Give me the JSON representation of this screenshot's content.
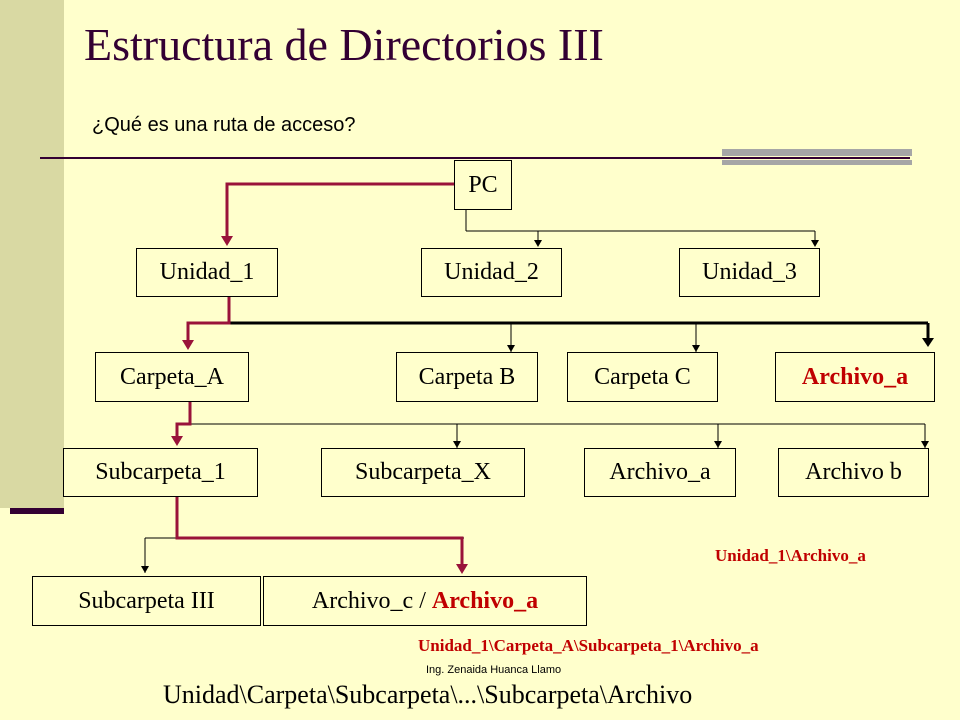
{
  "slide": {
    "title": "Estructura de Directorios III",
    "subtitle": "¿Qué es una ruta de acceso?",
    "author": "Ing. Zenaida Huanca Llamo",
    "general_path": "Unidad\\Carpeta\\Subcarpeta\\...\\Subcarpeta\\Archivo"
  },
  "tree": {
    "root": "PC",
    "level1": [
      "Unidad_1",
      "Unidad_2",
      "Unidad_3"
    ],
    "level2": [
      "Carpeta_A",
      "Carpeta B",
      "Carpeta C",
      "Archivo_a"
    ],
    "level3": [
      "Subcarpeta_1",
      "Subcarpeta_X",
      "Archivo_a",
      "Archivo b"
    ],
    "level4_left": "Subcarpeta III",
    "level4_right_prefix": "Archivo_c /",
    "level4_right_highlight": "Archivo_a"
  },
  "paths": {
    "short": "Unidad_1\\Archivo_a",
    "long": "Unidad_1\\Carpeta_A\\Subcarpeta_1\\Archivo_a"
  },
  "colors": {
    "background": "#FFFFCC",
    "title": "#330033",
    "highlight": "#C00000",
    "path_line": "#99133A"
  }
}
